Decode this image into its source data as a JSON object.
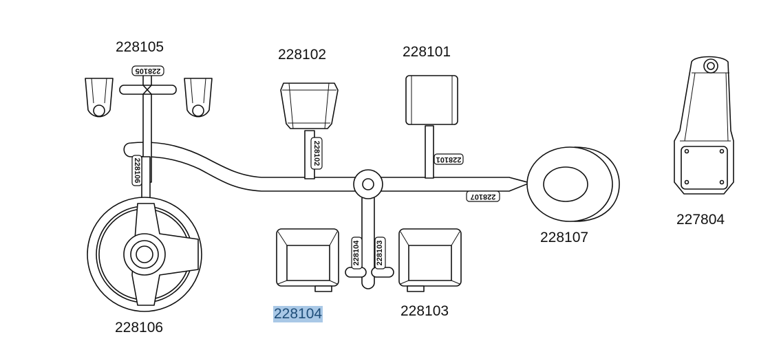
{
  "parts": {
    "p228105": "228105",
    "p228102": "228102",
    "p228101": "228101",
    "p227804": "227804",
    "p228107": "228107",
    "p228106": "228106",
    "p228104": "228104",
    "p228103": "228103"
  },
  "sprue_tags": {
    "t228105": "228105",
    "t228106": "228106",
    "t228102": "228102",
    "t228101": "228101",
    "t228107": "228107",
    "t228104": "228104",
    "t228103": "228103"
  },
  "selected_part": "228104",
  "colors": {
    "selection_bg": "#a9c8e6",
    "selection_text": "#1f4e79"
  }
}
